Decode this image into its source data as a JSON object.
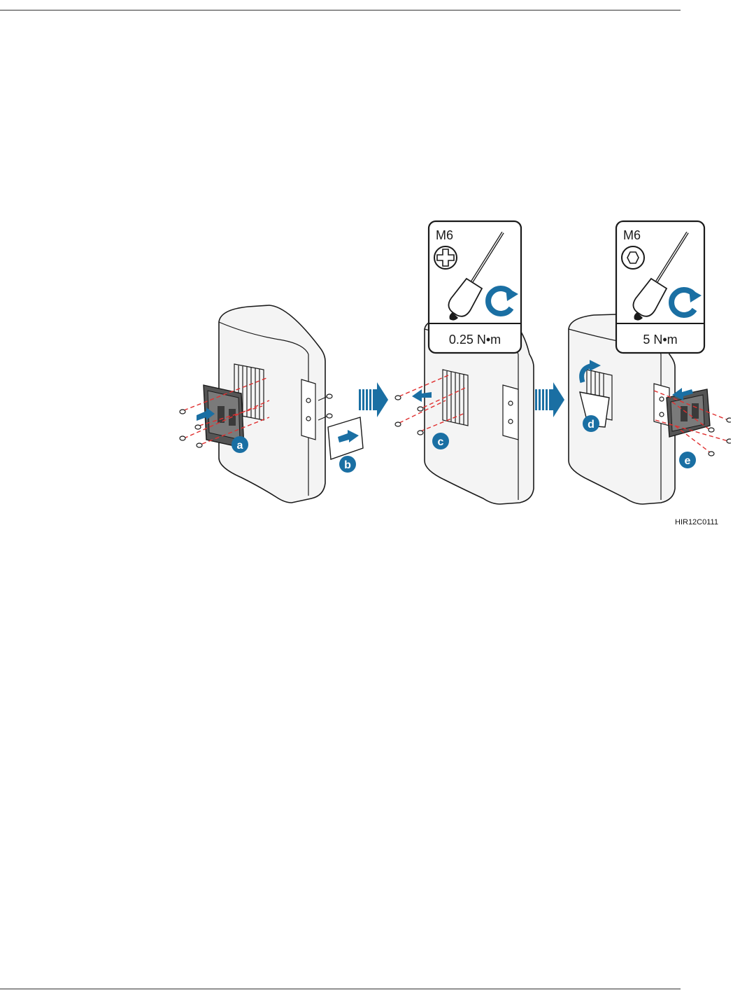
{
  "page": {
    "figure_id": "HIR12C0111"
  },
  "callouts": {
    "a": "a",
    "b": "b",
    "c": "c",
    "d": "d",
    "e": "e"
  },
  "tool_panel_1": {
    "screw": "M6",
    "head_icon": "phillips-icon",
    "torque": "0.25 N•m"
  },
  "tool_panel_2": {
    "screw": "M6",
    "head_icon": "hex-icon",
    "torque": "5 N•m"
  },
  "colors": {
    "accent": "#1a6fa3",
    "dashed_line": "#e03030",
    "outline": "#1a1a1a",
    "housing": "#f4f4f4",
    "bracket": "#555555"
  }
}
